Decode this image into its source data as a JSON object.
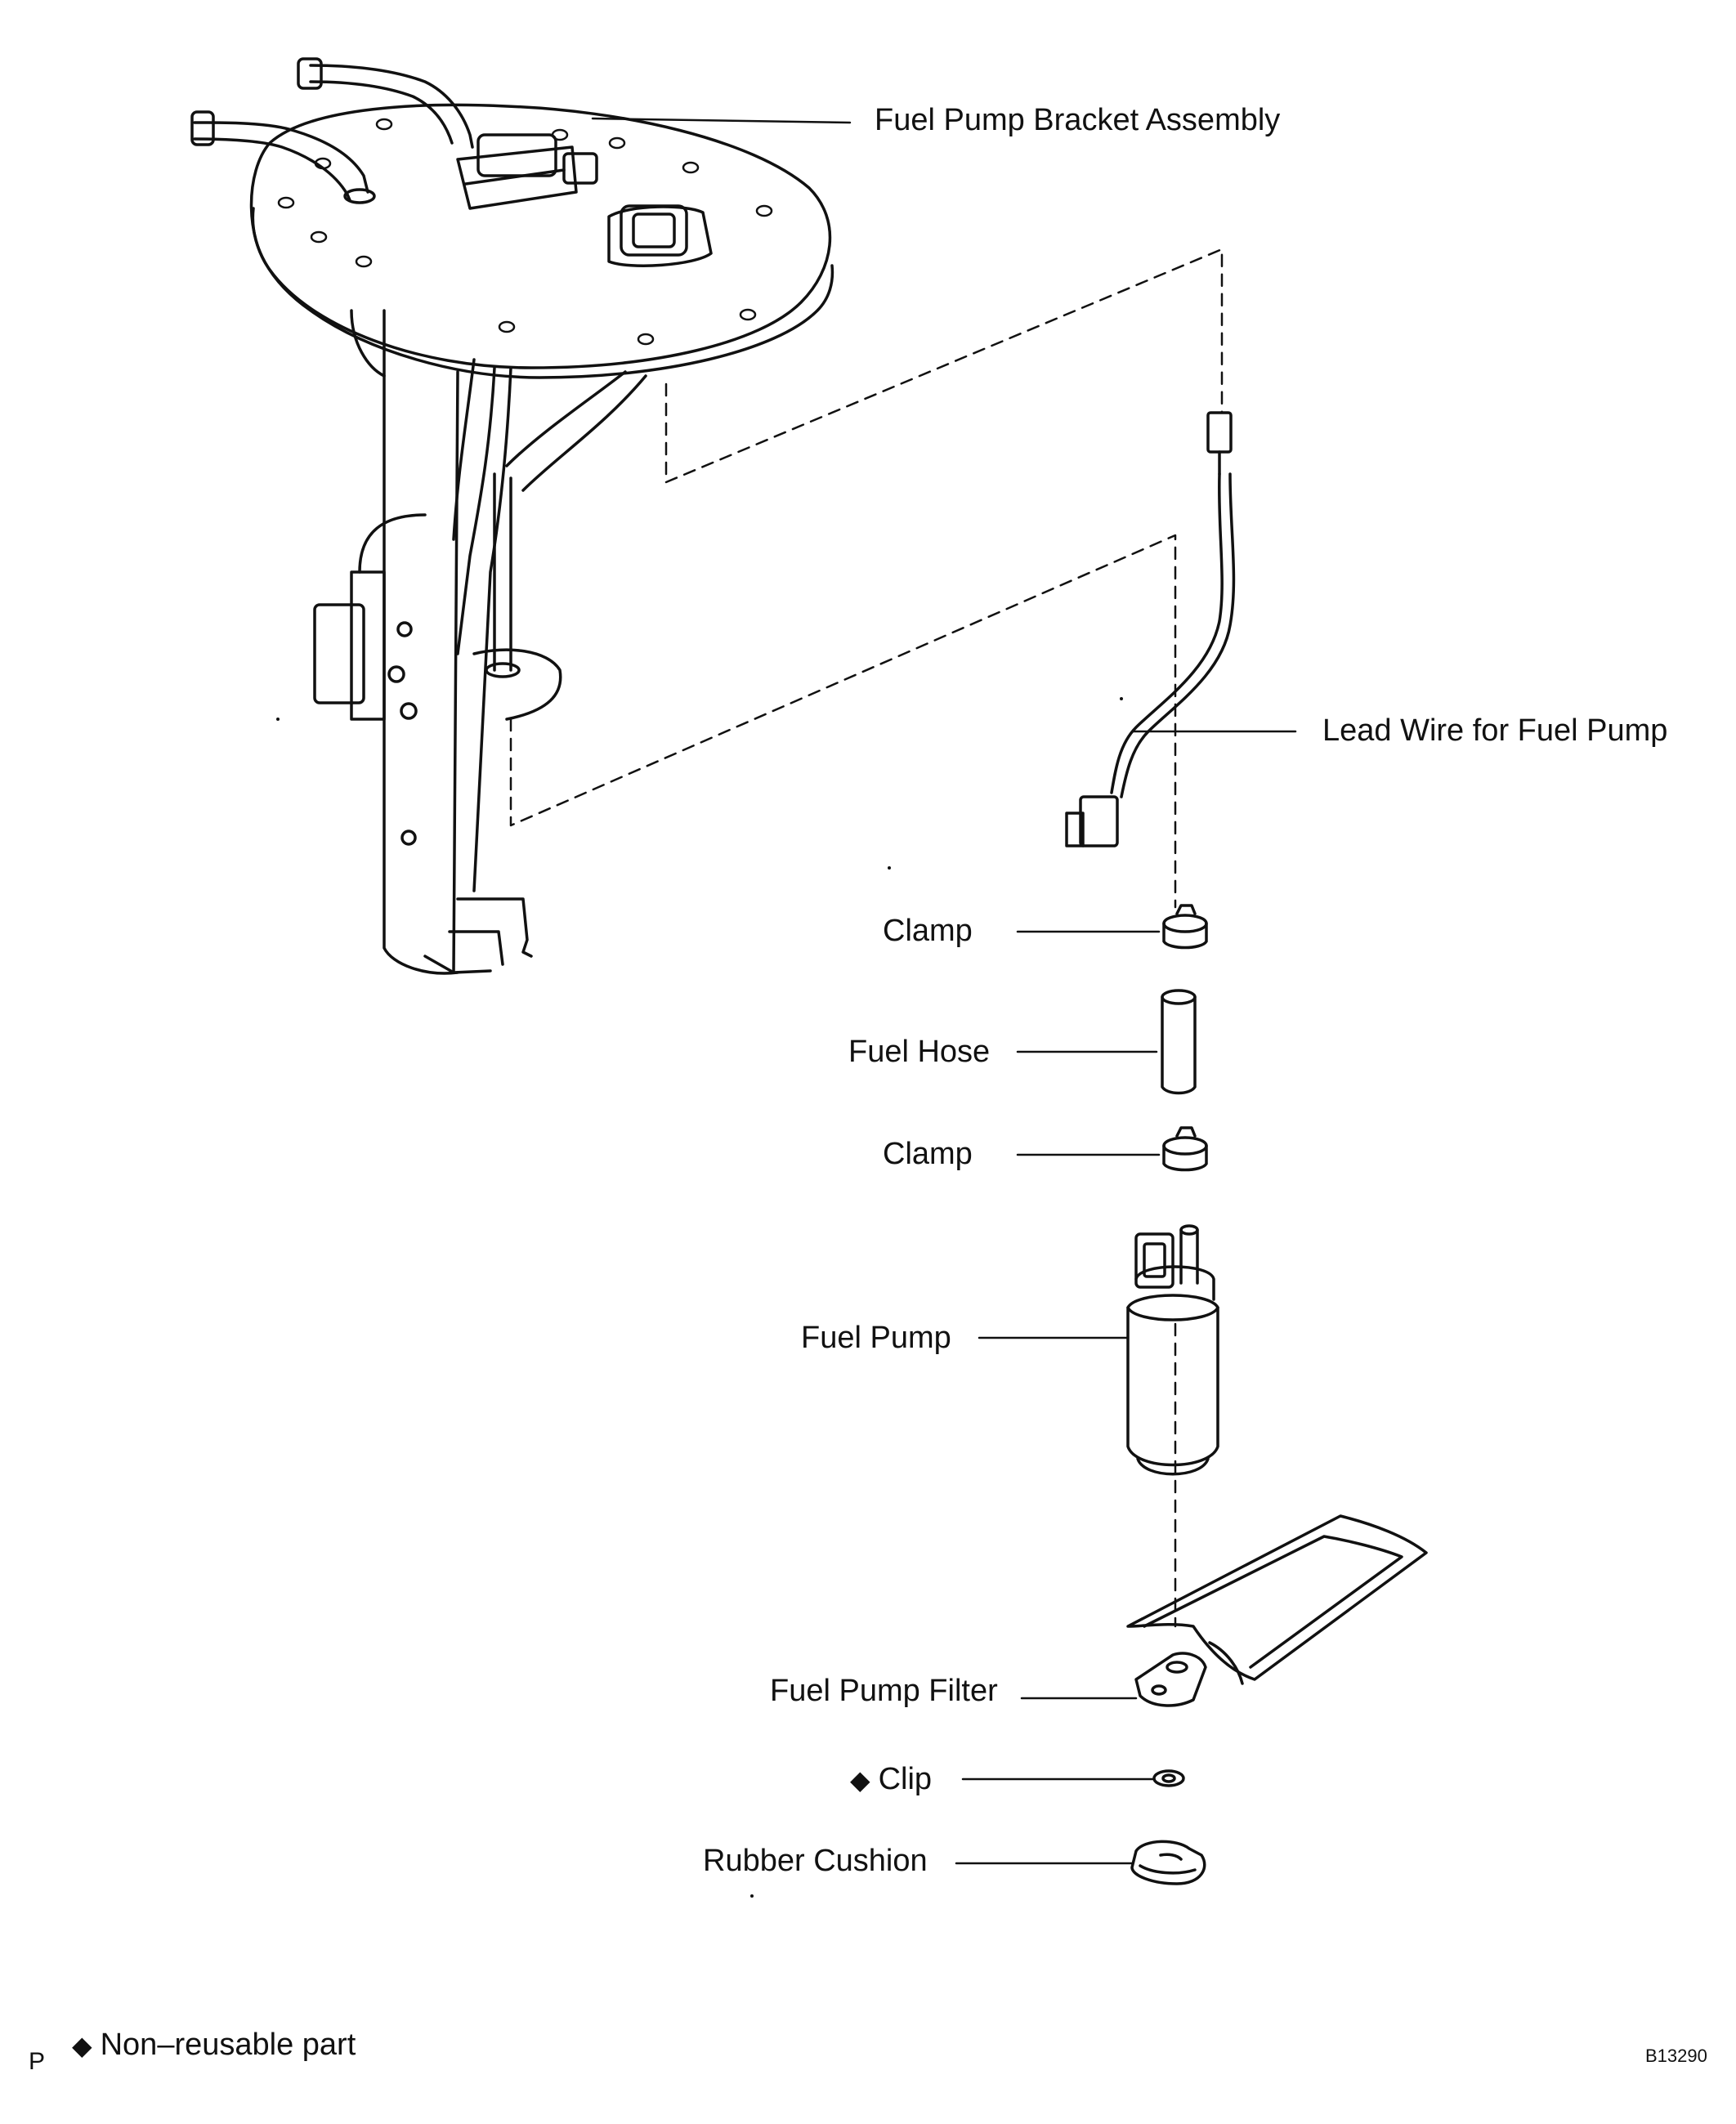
{
  "labels": {
    "fuel_pump_bracket_assembly": "Fuel Pump Bracket Assembly",
    "lead_wire_for_fuel_pump": "Lead Wire for Fuel Pump",
    "clamp_upper": "Clamp",
    "fuel_hose": "Fuel Hose",
    "clamp_lower": "Clamp",
    "fuel_pump": "Fuel Pump",
    "fuel_pump_filter": "Fuel Pump Filter",
    "clip": "Clip",
    "rubber_cushion": "Rubber Cushion"
  },
  "footer": {
    "corner_letter": "P",
    "legend_text": "Non–reusable part",
    "figure_code": "B13290"
  },
  "icons": {
    "non_reusable_marker": "diamond-icon"
  }
}
